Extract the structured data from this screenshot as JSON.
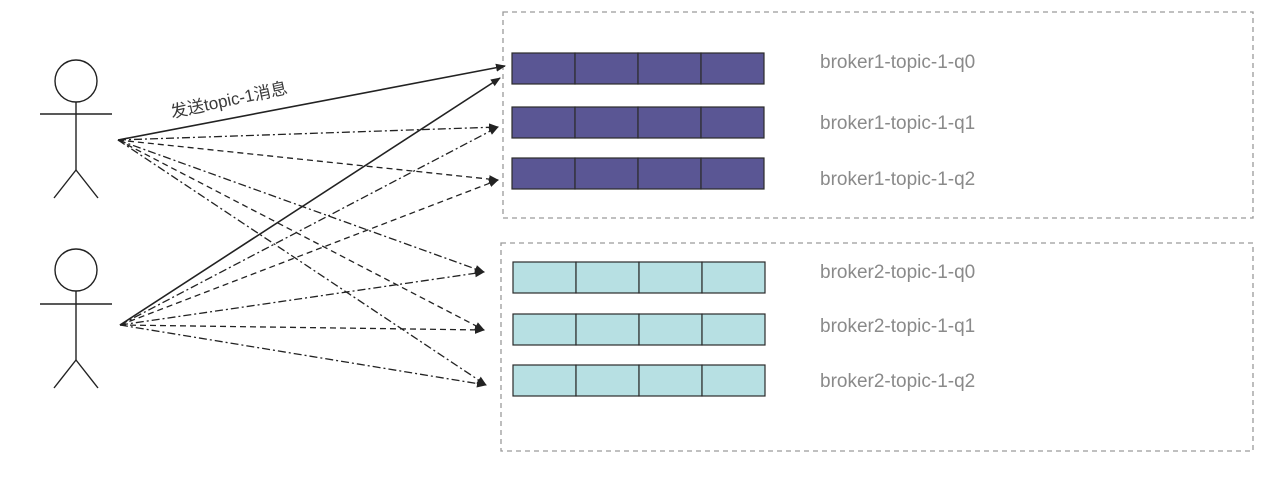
{
  "diagram": {
    "send_label": "发送topic-1消息",
    "brokers": [
      {
        "name": "broker1",
        "queues": [
          {
            "label": "broker1-topic-1-q0",
            "cells": 4
          },
          {
            "label": "broker1-topic-1-q1",
            "cells": 4
          },
          {
            "label": "broker1-topic-1-q2",
            "cells": 4
          }
        ]
      },
      {
        "name": "broker2",
        "queues": [
          {
            "label": "broker2-topic-1-q0",
            "cells": 4
          },
          {
            "label": "broker2-topic-1-q1",
            "cells": 4
          },
          {
            "label": "broker2-topic-1-q2",
            "cells": 4
          }
        ]
      }
    ],
    "actors": [
      {
        "id": "producer-1",
        "name": ""
      },
      {
        "id": "producer-2",
        "name": ""
      }
    ]
  },
  "colors": {
    "broker1_fill": "#5a5694",
    "broker2_fill": "#b7e0e3",
    "cell_stroke": "#2b2b2b",
    "queue_label": "#8a8a8a",
    "arrow": "#222222",
    "container_border": "#9a9a9a"
  }
}
